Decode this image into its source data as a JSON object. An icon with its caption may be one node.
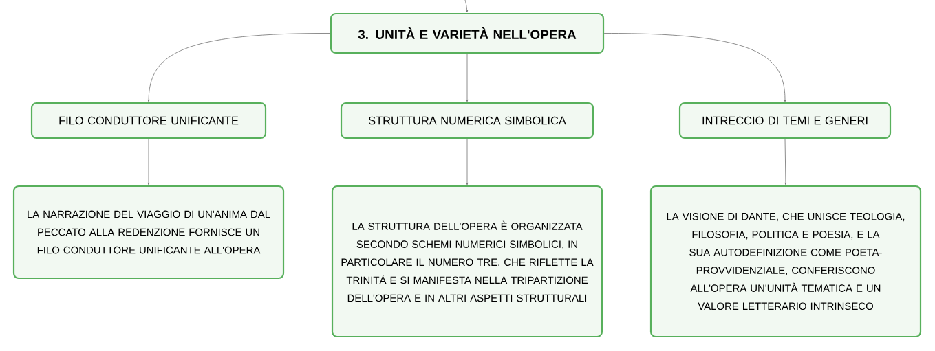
{
  "diagram": {
    "nodes": [
      {
        "text": [
          "3. UNITÀ E VARIETÀ NELL'OPERA"
        ]
      },
      {
        "text": [
          "FILO CONDUTTORE UNIFICANTE"
        ]
      },
      {
        "text": [
          "STRUTTURA NUMERICA SIMBOLICA"
        ]
      },
      {
        "text": [
          "INTRECCIO DI TEMI E GENERI"
        ]
      },
      {
        "text": [
          "LA NARRAZIONE DEL VIAGGIO DI UN'ANIMA DAL PECCATO ALLA REDENZIONE FORNISCE UN FILO CONDUTTORE UNIFICANTE ALL'OPERA"
        ]
      },
      {
        "text": [
          "LA STRUTTURA DELL'OPERA È ORGANIZZATA SECONDO SCHEMI NUMERICI SIMBOLICI, IN PARTICOLARE IL NUMERO TRE, CHE RIFLETTE LA TRINITÀ E SI MANIFESTA NELLA TRIPARTIZIONE DELL'OPERA E IN ALTRI ASPETTI STRUTTURALI"
        ]
      },
      {
        "text": [
          "LA VISIONE DI DANTE, CHE UNISCE TEOLOGIA, FILOSOFIA, POLITICA E POESIA, E LA SUA AUTODEFINIZIONE COME POETA-PROVVIDENZIALE, CONFERISCONO ALL'OPERA UN'UNITÀ TEMATICA E UN VALORE LETTERARIO INTRINSECO"
        ]
      }
    ],
    "edges": [
      {
        "from": null,
        "to": 0,
        "arrow": "to"
      },
      {
        "from": 0,
        "to": 1,
        "arrow": "to"
      },
      {
        "from": 0,
        "to": 2,
        "arrow": "to"
      },
      {
        "from": 0,
        "to": 3,
        "arrow": "to"
      },
      {
        "from": 1,
        "to": 4,
        "arrow": "to"
      },
      {
        "from": 2,
        "to": 5,
        "arrow": "to"
      },
      {
        "from": 3,
        "to": 6,
        "arrow": "to"
      }
    ]
  }
}
